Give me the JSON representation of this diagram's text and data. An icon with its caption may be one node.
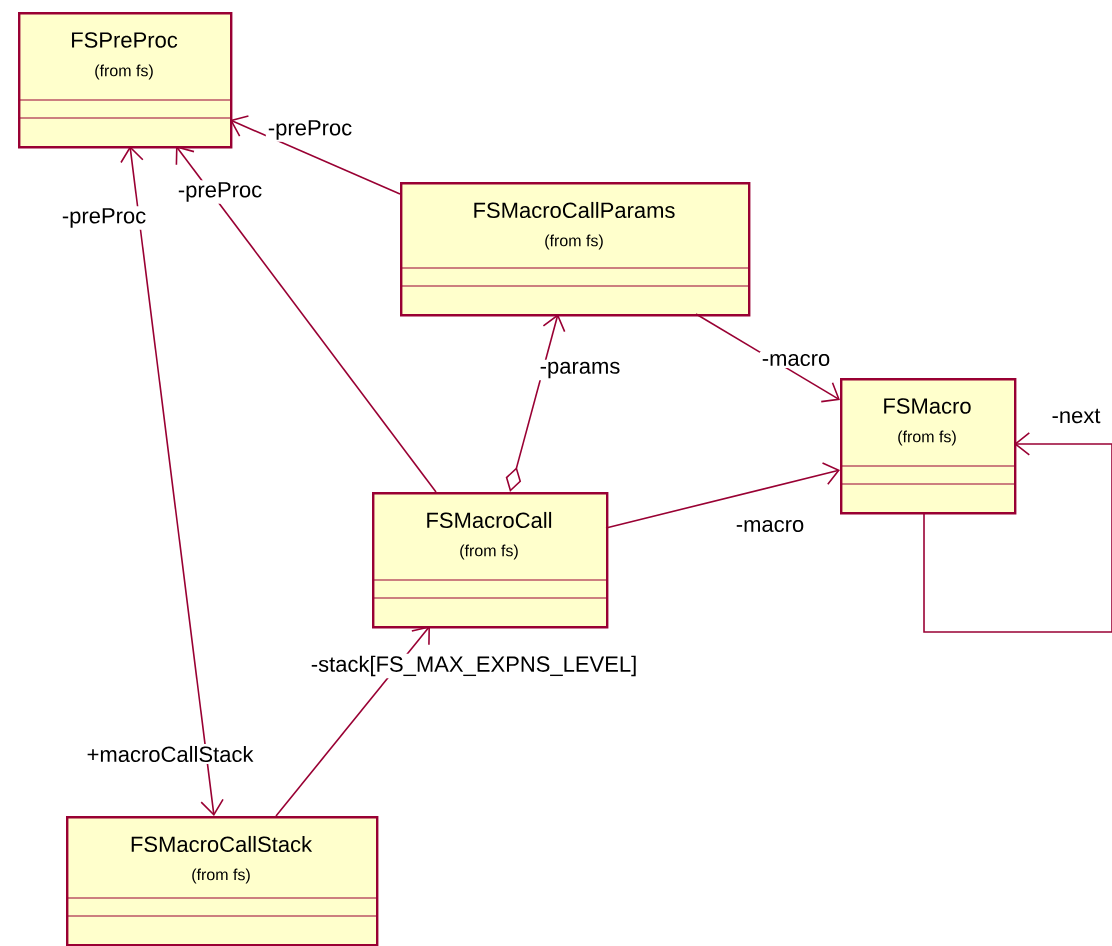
{
  "diagram": {
    "nodes": [
      {
        "text": [
          "FSPreProc",
          "(from fs)"
        ]
      },
      {
        "text": [
          "FSMacroCallParams",
          "(from fs)"
        ]
      },
      {
        "text": [
          "FSMacro",
          "(from fs)"
        ]
      },
      {
        "text": [
          "FSMacroCall",
          "(from fs)"
        ]
      },
      {
        "text": [
          "FSMacroCallStack",
          "(from fs)"
        ]
      }
    ],
    "edges": [
      {
        "from": 1,
        "to": 0,
        "arrow": "to",
        "label": "-preProc"
      },
      {
        "from": 3,
        "to": 0,
        "arrow": "to",
        "label": "-preProc"
      },
      {
        "from": 4,
        "to": 0,
        "arrow": "both",
        "label": "-preProc"
      },
      {
        "from": 3,
        "to": 1,
        "arrow": "to",
        "label": "-params"
      },
      {
        "from": 1,
        "to": 2,
        "arrow": "to",
        "label": "-macro"
      },
      {
        "from": 3,
        "to": 2,
        "arrow": "to",
        "label": "-macro"
      },
      {
        "from": 4,
        "to": 3,
        "arrow": "to",
        "label": "-stack[FS_MAX_EXPNS_LEVEL]"
      },
      {
        "from": 2,
        "to": 2,
        "arrow": "to",
        "label": "-next"
      }
    ],
    "labels": [
      "+macroCallStack"
    ]
  }
}
